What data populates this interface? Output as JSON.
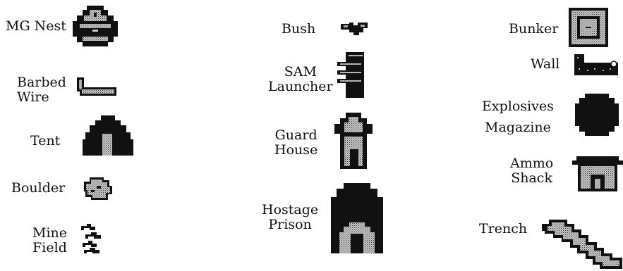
{
  "legend": {
    "mg_nest": {
      "label": "MG Nest",
      "icon": "mg-nest-icon"
    },
    "barbed_wire": {
      "line1": "Barbed",
      "line2": "Wire",
      "icon": "barbed-wire-icon"
    },
    "tent": {
      "label": "Tent",
      "icon": "tent-icon"
    },
    "boulder": {
      "label": "Boulder",
      "icon": "boulder-icon"
    },
    "mine_field": {
      "line1": "Mine",
      "line2": "Field",
      "icon": "mine-field-icon"
    },
    "bush": {
      "label": "Bush",
      "icon": "bush-icon"
    },
    "sam_launcher": {
      "line1": "SAM",
      "line2": "Launcher",
      "icon": "sam-launcher-icon"
    },
    "guard_house": {
      "line1": "Guard",
      "line2": "House",
      "icon": "guard-house-icon"
    },
    "hostage_prison": {
      "line1": "Hostage",
      "line2": "Prison",
      "icon": "hostage-prison-icon"
    },
    "bunker": {
      "label": "Bunker",
      "icon": "bunker-icon"
    },
    "wall": {
      "label": "Wall",
      "icon": "wall-icon"
    },
    "explosives_magazine": {
      "line1": "Explosives",
      "line2": "Magazine",
      "icon": "explosives-magazine-icon"
    },
    "ammo_shack": {
      "line1": "Ammo",
      "line2": "Shack",
      "icon": "ammo-shack-icon"
    },
    "trench": {
      "label": "Trench",
      "icon": "trench-icon"
    }
  },
  "colors": {
    "ink": "#111111",
    "stipple": "#9a9a9a",
    "background": "#ffffff"
  }
}
